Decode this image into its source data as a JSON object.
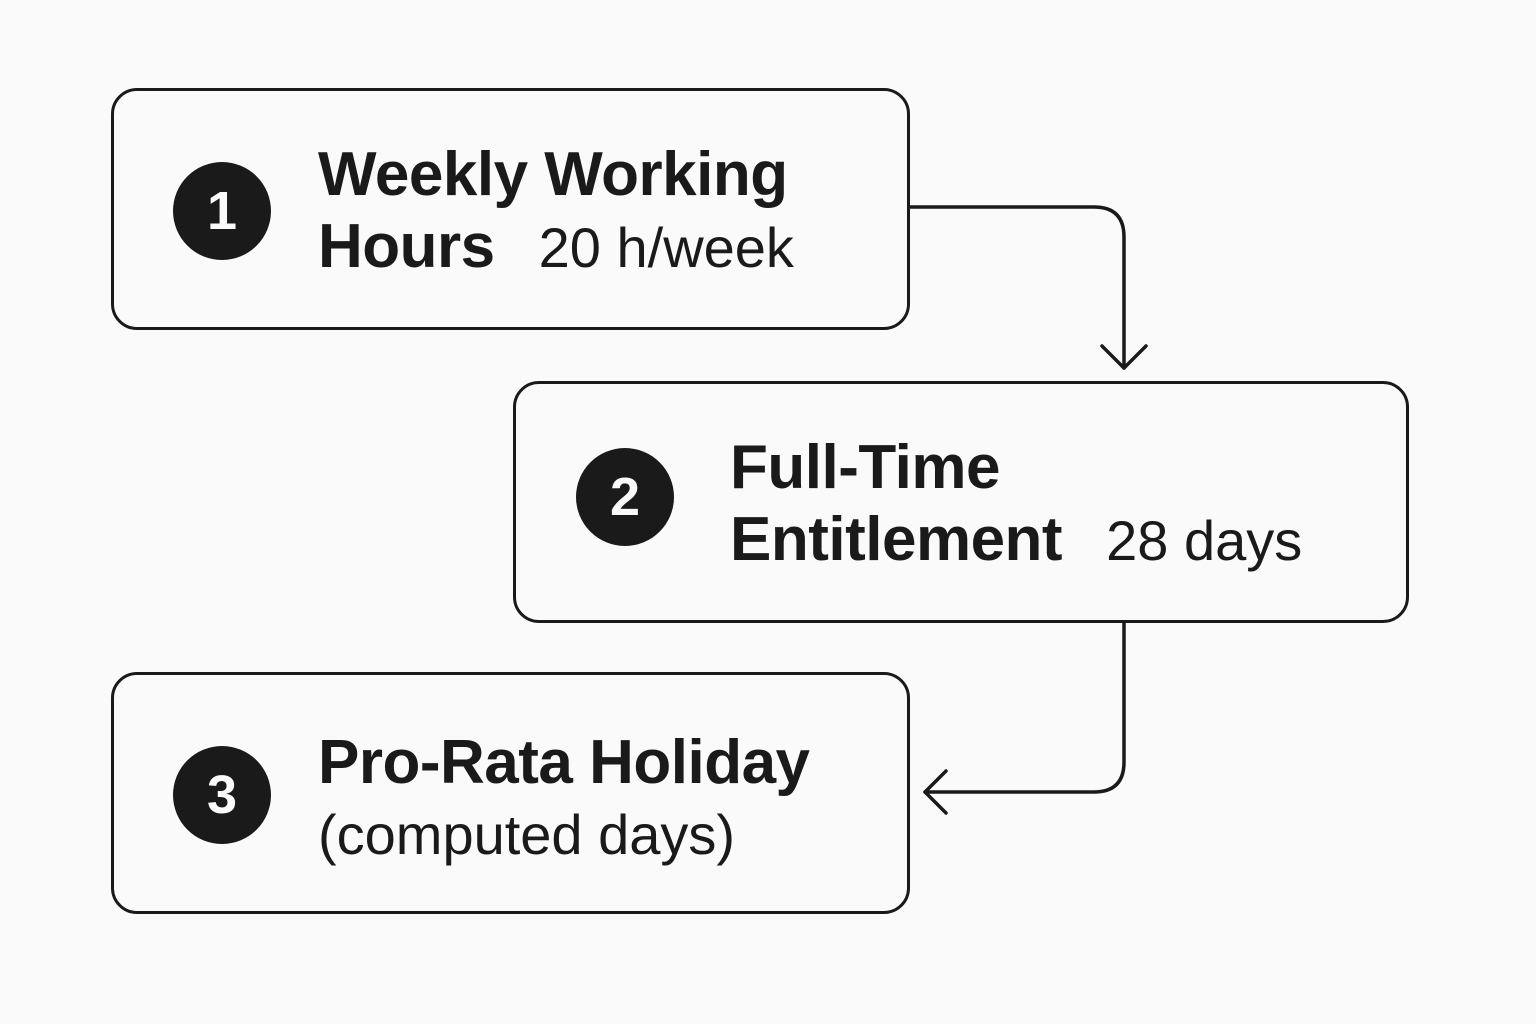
{
  "steps": [
    {
      "number": "1",
      "title_line1": "Weekly Working",
      "title_line2": "Hours",
      "value": "20 h/week"
    },
    {
      "number": "2",
      "title_line1": "Full-Time",
      "title_line2": "Entitlement",
      "value": "28 days"
    },
    {
      "number": "3",
      "title_line1": "Pro-Rata Holiday",
      "subtitle": "(computed days)"
    }
  ],
  "colors": {
    "ink": "#1a1a1a",
    "background": "#fafafa"
  }
}
